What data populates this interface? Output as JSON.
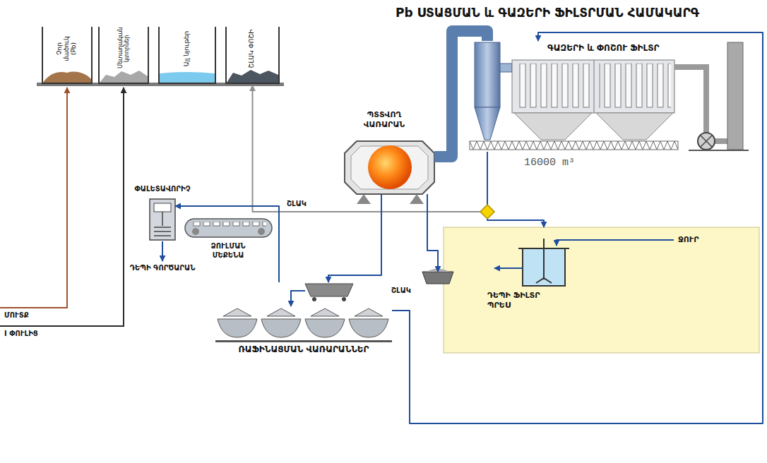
{
  "diagram": {
    "title": "Pb ՍՏԱՑՄԱՆ և ԳԱԶԵՐԻ ՖԻԼՏՐՄԱՆ ՀԱՄԱԿԱՐԳ",
    "nodes": [
      {
        "text": [
          "Չոր մածուկ (Pb)"
        ]
      },
      {
        "text": [
          "Մետաղական կտորներ"
        ]
      },
      {
        "text": [
          "Այլ նյութեր"
        ]
      },
      {
        "text": [
          "ՇԼԱԿ ՓՈՇԻ"
        ]
      },
      {
        "text": [
          "ՊՏՏՎՈՂ ՎԱՌԱՐԱՆ"
        ]
      },
      {
        "text": [
          "ԳԱԶԵՐԻ և ՓՈՇՈՒ ՖԻԼՏՐ"
        ]
      },
      {
        "text": [
          "ՋՈՒՐ",
          "ԴԵՊԻ ՖԻԼՏՐ ՊՐԵՍ"
        ]
      },
      {
        "text": [
          "ՇԼԱԿ"
        ]
      },
      {
        "text": [
          "ՌԱՖԻՆԱՑՄԱՆ ՎԱՌԱՐԱՆՆԵՐ"
        ]
      },
      {
        "text": [
          "ՁՈՒԼՄԱՆ ՄԵՔԵՆԱ"
        ]
      },
      {
        "text": [
          "ՓԱԼԵՏԱՎՈՐԻՉ"
        ]
      }
    ],
    "edges": [
      {
        "from": 4,
        "to": 5,
        "arrow": "none"
      },
      {
        "from": 5,
        "to": 3,
        "label": "ՇԼԱԿ",
        "arrow": "to"
      },
      {
        "from": 5,
        "to": 6,
        "arrow": "to"
      },
      {
        "from": 4,
        "to": 7,
        "arrow": "to"
      },
      {
        "from": 4,
        "to": 8,
        "arrow": "to"
      },
      {
        "from": 8,
        "to": 10,
        "arrow": "to"
      },
      {
        "from": 8,
        "to": 5,
        "arrow": "to"
      }
    ],
    "labels": [
      "16000 m³",
      "ԴԵՊԻ ԳՈՐԾԱՐԱՆ",
      "ՄՈՒՏՔ",
      "I ՓՈՒԼԻՑ"
    ]
  }
}
